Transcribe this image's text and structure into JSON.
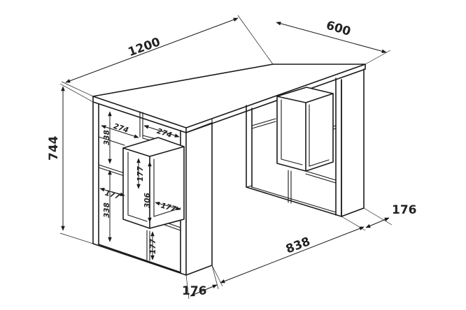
{
  "dimensions": {
    "width": "1200",
    "depth": "600",
    "height": "744",
    "leg_gap": "838",
    "leg_depth_right": "176",
    "leg_depth_left": "176",
    "cell_width_left": "274",
    "cell_width_right": "274",
    "shelf_338_top": "338",
    "shelf_338_bottom": "338",
    "inner_177_left": "177",
    "inner_177_mid": "177",
    "inner_177_right": "177",
    "inner_177_bottom": "177",
    "inner_306": "306"
  },
  "colors": {
    "line": "#1a1a1a",
    "background": "#ffffff"
  }
}
